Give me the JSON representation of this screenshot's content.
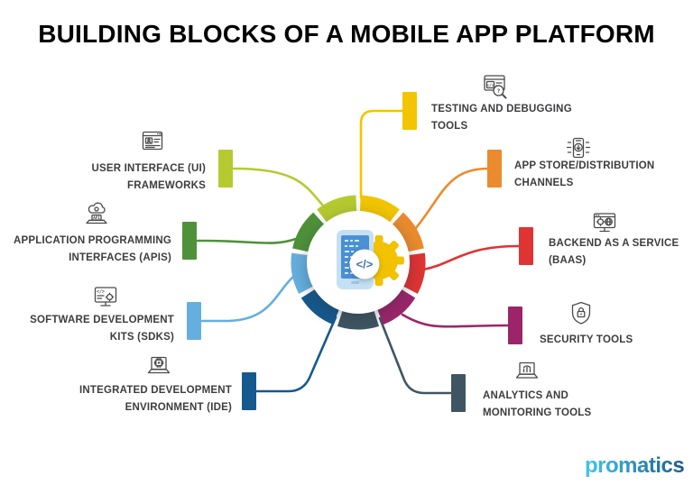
{
  "title": "BUILDING BLOCKS OF A MOBILE APP PLATFORM",
  "hub": {
    "icon": "mobile-app-code-gear",
    "code_symbol": "</>"
  },
  "brand": {
    "name": "promatics",
    "gradient_start": "#3EC6F2",
    "gradient_end": "#1D5C8C"
  },
  "items": [
    {
      "id": "testing",
      "label_line1": "TESTING AND DEBUGGING",
      "label_line2": "TOOLS",
      "color": "#F2C500",
      "icon": "code-search-icon"
    },
    {
      "id": "appstore",
      "label_line1": "APP STORE/DISTRIBUTION",
      "label_line2": "CHANNELS",
      "color": "#EB8B2D",
      "icon": "phone-distribution-icon"
    },
    {
      "id": "baas",
      "label_line1": "BACKEND AS A SERVICE",
      "label_line2": "(BAAS)",
      "color": "#E03333",
      "icon": "server-monitor-icon"
    },
    {
      "id": "security",
      "label_line1": "SECURITY TOOLS",
      "label_line2": "",
      "color": "#9C2569",
      "icon": "shield-lock-icon"
    },
    {
      "id": "analytics",
      "label_line1": "ANALYTICS AND",
      "label_line2": "MONITORING TOOLS",
      "color": "#3F5563",
      "icon": "laptop-chart-icon"
    },
    {
      "id": "ide",
      "label_line1": "INTEGRATED DEVELOPMENT",
      "label_line2": "ENVIRONMENT (IDE)",
      "color": "#15598E",
      "icon": "laptop-chip-icon"
    },
    {
      "id": "sdk",
      "label_line1": "SOFTWARE DEVELOPMENT",
      "label_line2": "KITS (SDKS)",
      "color": "#65AFDF",
      "icon": "monitor-code-gear-icon"
    },
    {
      "id": "api",
      "label_line1": "APPLICATION PROGRAMMING",
      "label_line2": "INTERFACES (APIS)",
      "color": "#4F9139",
      "icon": "cloud-api-icon"
    },
    {
      "id": "ui",
      "label_line1": "USER INTERFACE (UI)",
      "label_line2": "FRAMEWORKS",
      "color": "#B5CA2F",
      "icon": "browser-layout-icon"
    }
  ]
}
